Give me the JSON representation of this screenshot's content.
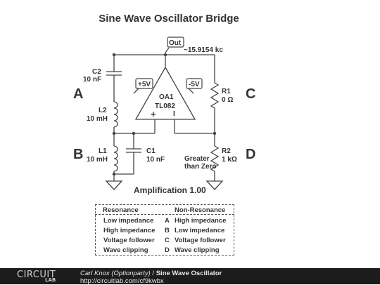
{
  "diagram": {
    "title": "Sine Wave Oscillator Bridge",
    "out_label": "Out",
    "frequency": "~15.9154 kc",
    "plus_supply": "+5V",
    "minus_supply": "-5V",
    "opamp_name": "OA1",
    "opamp_part": "TL082",
    "opamp_plus": "+",
    "opamp_minus": "I",
    "c2_name": "C2",
    "c2_value": "10 nF",
    "l2_name": "L2",
    "l2_value": "10 mH",
    "l1_name": "L1",
    "l1_value": "10 mH",
    "c1_name": "C1",
    "c1_value": "10 nF",
    "r1_name": "R1",
    "r1_value": "0 Ω",
    "r2_name": "R2",
    "r2_value": "1 kΩ",
    "r2_note_1": "Greater",
    "r2_note_2": "than Zero",
    "corner_a": "A",
    "corner_b": "B",
    "corner_c": "C",
    "corner_d": "D",
    "amplification": "Amplification 1.00"
  },
  "legend_table": {
    "headers": [
      "Resonance",
      "Non-Resonance"
    ],
    "rows": [
      {
        "left": "Low impedance",
        "key": "A",
        "right": "High impedance"
      },
      {
        "left": "High impedance",
        "key": "B",
        "right": "Low impedance"
      },
      {
        "left": "Voltage follower",
        "key": "C",
        "right": "Voltage follower"
      },
      {
        "left": "Wave clipping",
        "key": "D",
        "right": "Wave clipping"
      }
    ]
  },
  "footer": {
    "logo_top": "CIRCUIT",
    "logo_bottom": "LAB",
    "author": "Carl Knox (Optionparty)",
    "separator": " / ",
    "circuit_name": "Sine Wave Oscillator",
    "url": "http://circuitlab.com/cf9kwbx"
  }
}
